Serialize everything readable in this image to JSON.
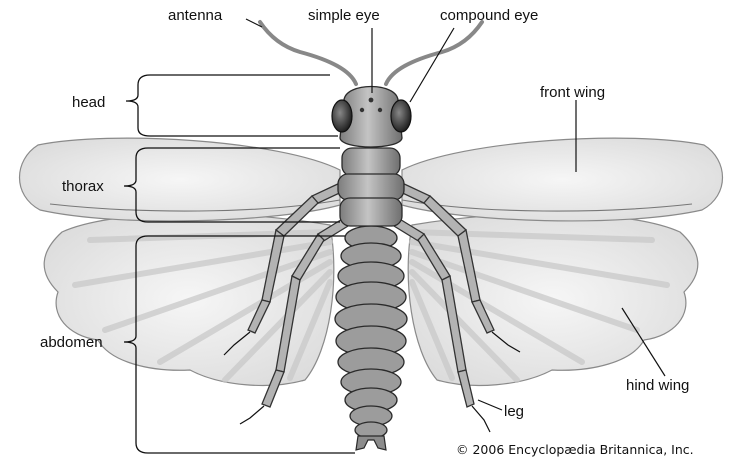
{
  "labels": {
    "antenna": "antenna",
    "simple_eye": "simple eye",
    "compound_eye": "compound eye",
    "head": "head",
    "front_wing": "front wing",
    "thorax": "thorax",
    "abdomen": "abdomen",
    "hind_wing": "hind wing",
    "leg": "leg"
  },
  "credit": "© 2006 Encyclopædia Britannica, Inc."
}
